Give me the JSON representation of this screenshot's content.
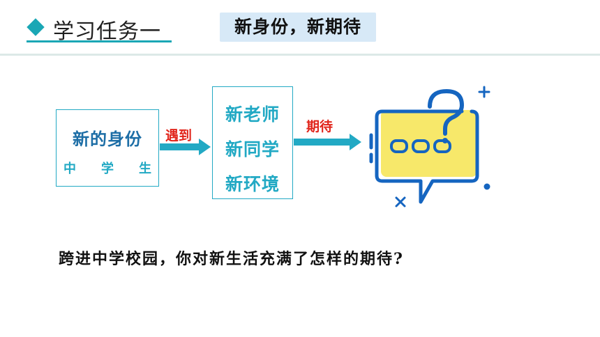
{
  "header": {
    "task_label": "学习任务一",
    "topic": "新身份，新期待"
  },
  "diagram": {
    "identity": {
      "title": "新的身份",
      "subtitle": [
        "中",
        "学",
        "生"
      ]
    },
    "arrow1_label": "遇到",
    "new_items": [
      "新老师",
      "新同学",
      "新环境"
    ],
    "arrow2_label": "期待"
  },
  "question": "跨进中学校园，你对新生活充满了怎样的期待?",
  "colors": {
    "accent": "#1aa7b5",
    "box_border": "#22a9c4",
    "arrow_label": "#e1251b",
    "bubble_fill": "#f7e86a",
    "bubble_stroke": "#1565c0"
  }
}
